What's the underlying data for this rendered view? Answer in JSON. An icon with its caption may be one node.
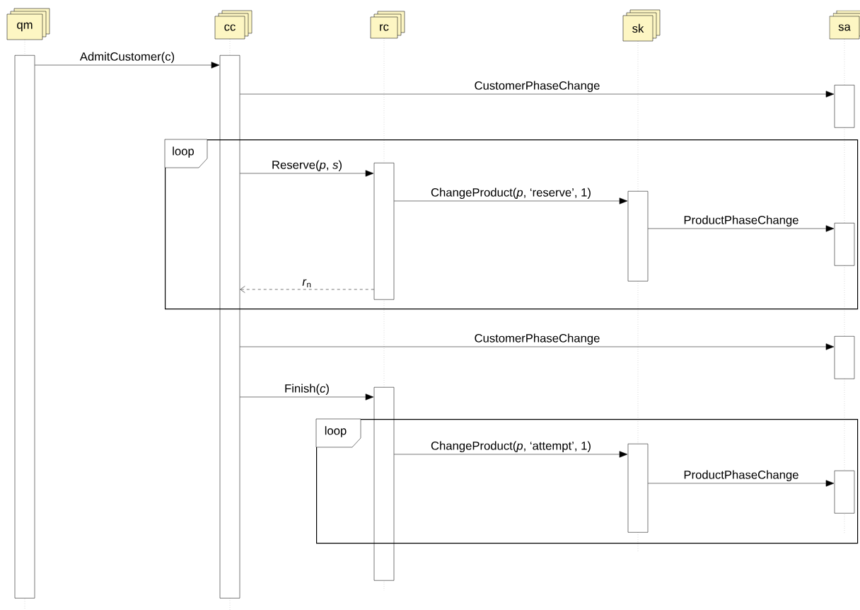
{
  "diagram": {
    "nodes": [
      {
        "text": [
          "qm"
        ]
      },
      {
        "text": [
          "cc"
        ]
      },
      {
        "text": [
          "rc"
        ]
      },
      {
        "text": [
          "sk"
        ]
      },
      {
        "text": [
          "sa"
        ]
      },
      {
        "text": [],
        "shape": "box"
      },
      {
        "text": [],
        "shape": "box"
      },
      {
        "text": [],
        "shape": "box"
      },
      {
        "text": [
          "loop"
        ]
      },
      {
        "text": [],
        "shape": "box",
        "in": 8
      },
      {
        "text": [],
        "shape": "box",
        "in": 8
      },
      {
        "text": [],
        "shape": "box",
        "in": 8
      },
      {
        "text": [],
        "shape": "box"
      },
      {
        "text": [],
        "shape": "box"
      },
      {
        "text": [
          "loop"
        ]
      },
      {
        "text": [],
        "shape": "box",
        "in": 14
      },
      {
        "text": [],
        "shape": "box",
        "in": 14
      }
    ],
    "edges": [
      {
        "from": 5,
        "to": 6,
        "arrow": "to",
        "label": "AdmitCustomer(c)"
      },
      {
        "from": 6,
        "to": 7,
        "arrow": "to",
        "label": "CustomerPhaseChange"
      },
      {
        "from": 6,
        "to": 9,
        "arrow": "to",
        "label": "Reserve(*p*, *s*)"
      },
      {
        "from": 9,
        "to": 10,
        "arrow": "to",
        "label": "ChangeProduct(*p*, ‘reserve’, 1)"
      },
      {
        "from": 10,
        "to": 11,
        "arrow": "to",
        "label": "ProductPhaseChange"
      },
      {
        "from": 9,
        "to": 6,
        "arrow": "to",
        "label": "*r*$_{n}$",
        "style": "dashed"
      },
      {
        "from": 6,
        "to": 12,
        "arrow": "to",
        "label": "CustomerPhaseChange"
      },
      {
        "from": 6,
        "to": 13,
        "arrow": "to",
        "label": "Finish(*c*)"
      },
      {
        "from": 13,
        "to": 15,
        "arrow": "to",
        "label": "ChangeProduct(*p*, ‘attempt’, 1)"
      },
      {
        "from": 15,
        "to": 16,
        "arrow": "to",
        "label": "ProductPhaseChange"
      }
    ]
  }
}
